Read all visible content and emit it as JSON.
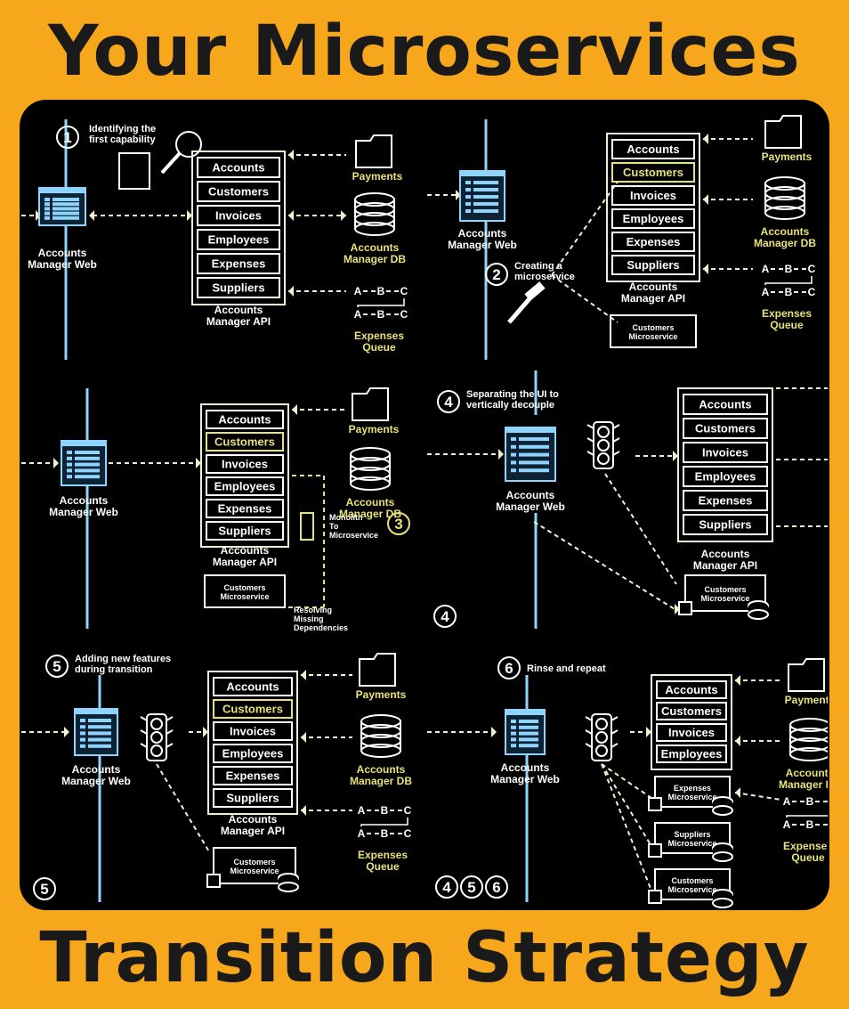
{
  "header": {
    "title": "Your Microservices"
  },
  "footer": {
    "title": "Transition Strategy"
  },
  "common": {
    "accounts_manager_web": [
      "Accounts",
      "Manager Web"
    ],
    "accounts_manager_api": [
      "Accounts",
      "Manager API"
    ],
    "accounts_manager_db": [
      "Accounts",
      "Manager DB"
    ],
    "payments": "Payments",
    "expenses_queue": [
      "Expenses",
      "Queue"
    ],
    "queue_nodes": [
      "A",
      "B",
      "C"
    ],
    "customers_microservice": [
      "Customers",
      "Microservice"
    ],
    "expenses_microservice": [
      "Expenses",
      "Microservice"
    ],
    "suppliers_microservice": [
      "Suppliers",
      "Microservice"
    ]
  },
  "panels": [
    {
      "step": "1",
      "caption": [
        "Identifying the",
        "first capability"
      ],
      "modules": [
        "Accounts",
        "Customers",
        "Invoices",
        "Employees",
        "Expenses",
        "Suppliers"
      ],
      "corner_badges": []
    },
    {
      "step": "2",
      "caption": [
        "Creating a",
        "microservice"
      ],
      "modules": [
        "Accounts",
        "Customers",
        "Invoices",
        "Employees",
        "Expenses",
        "Suppliers"
      ],
      "corner_badges": []
    },
    {
      "step": "3",
      "caption": [
        "Monolith",
        "To",
        "Microservice"
      ],
      "note": [
        "Resolving",
        "Missing",
        "Dependencies"
      ],
      "modules": [
        "Accounts",
        "Customers",
        "Invoices",
        "Employees",
        "Expenses",
        "Suppliers"
      ],
      "corner_badges": []
    },
    {
      "step": "4",
      "caption": [
        "Separating the UI to",
        "vertically decouple"
      ],
      "modules": [
        "Accounts",
        "Customers",
        "Invoices",
        "Employees",
        "Expenses",
        "Suppliers"
      ],
      "corner_badges": [
        "4"
      ]
    },
    {
      "step": "5",
      "caption": [
        "Adding new features",
        "during transition"
      ],
      "modules": [
        "Accounts",
        "Customers",
        "Invoices",
        "Employees",
        "Expenses",
        "Suppliers"
      ],
      "corner_badges": [
        "5"
      ]
    },
    {
      "step": "6",
      "caption": [
        "Rinse and repeat"
      ],
      "modules": [
        "Accounts",
        "Customers",
        "Invoices",
        "Employees"
      ],
      "corner_badges": [
        "4",
        "5",
        "6"
      ]
    }
  ],
  "colors": {
    "background": "#f6a71b",
    "board": "#000000",
    "line": "#8fd3ff",
    "box": "#f3f0cf",
    "highlight": "#e8e27a",
    "text": "#ffffff",
    "title": "#1a1a1a"
  }
}
